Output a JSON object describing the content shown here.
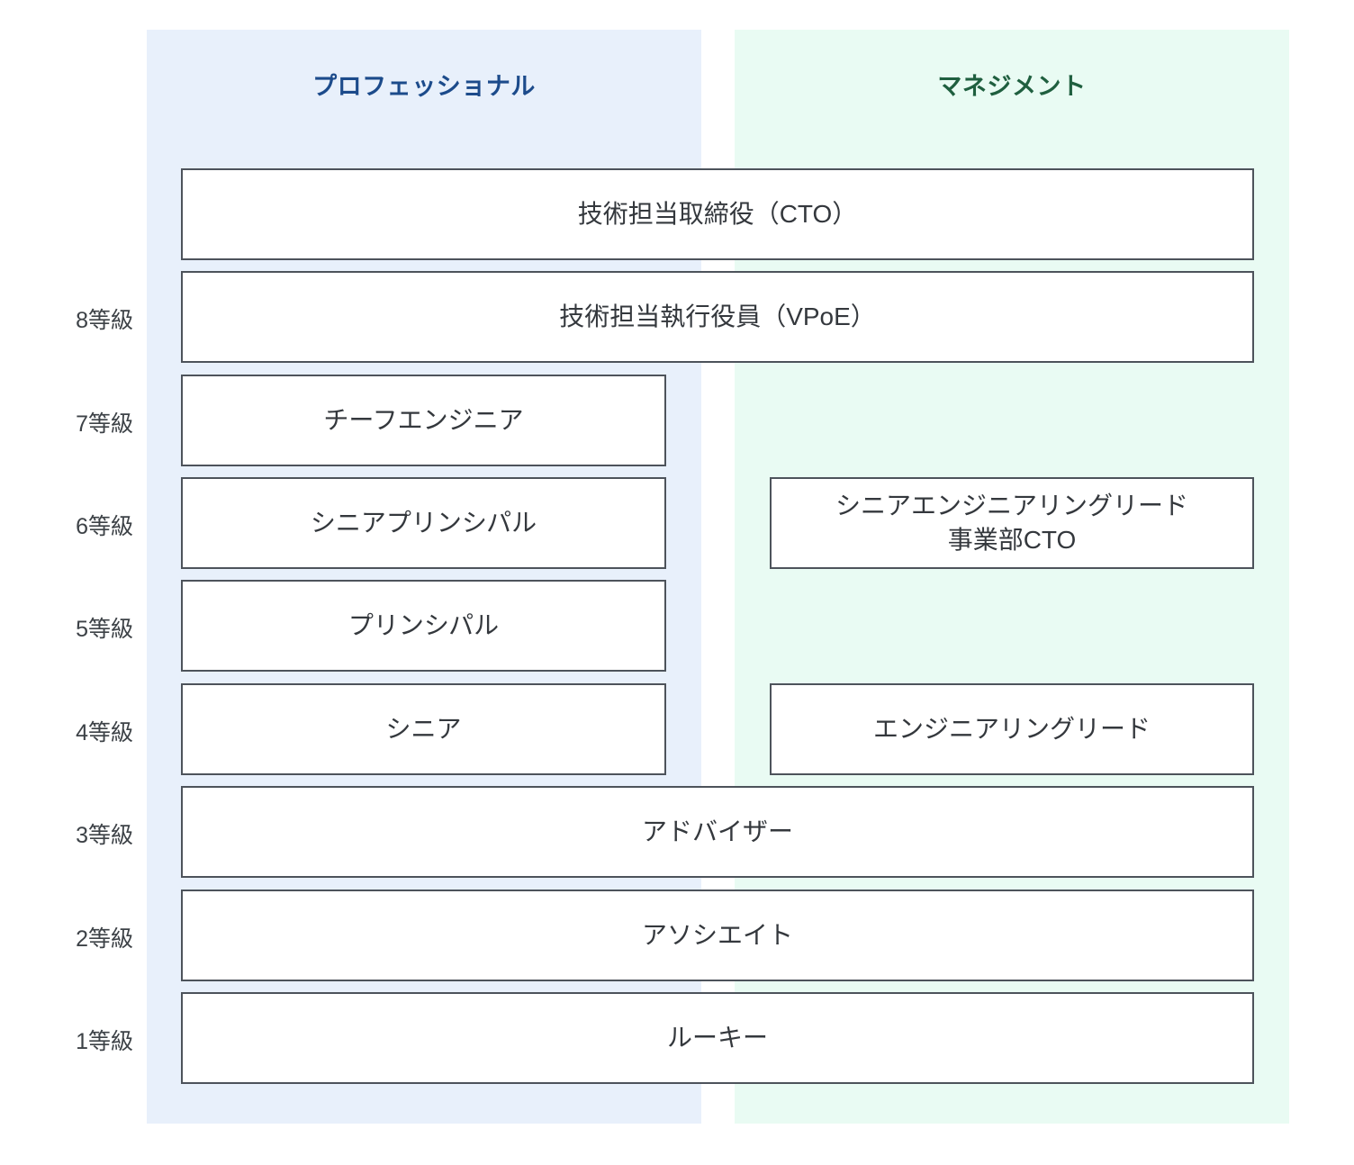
{
  "diagram": {
    "title_colors": {
      "professional_accent": "#1c4b8b",
      "management_accent": "#1f5f3f",
      "professional_band": "#e8f0fb",
      "management_band": "#e9fbf3",
      "box_border": "#4d535b"
    },
    "columns": [
      {
        "id": "professional",
        "label": "プロフェッショナル"
      },
      {
        "id": "management",
        "label": "マネジメント"
      }
    ],
    "grades": [
      {
        "label": "8等級"
      },
      {
        "label": "7等級"
      },
      {
        "label": "6等級"
      },
      {
        "label": "5等級"
      },
      {
        "label": "4等級"
      },
      {
        "label": "3等級"
      },
      {
        "label": "2等級"
      },
      {
        "label": "1等級"
      }
    ],
    "roles": [
      {
        "id": "cto",
        "label": "技術担当取締役（CTO）",
        "span": "full",
        "grade": ""
      },
      {
        "id": "vpoe",
        "label": "技術担当執行役員（VPoE）",
        "span": "full",
        "grade": "8等級"
      },
      {
        "id": "chief-engineer",
        "label": "チーフエンジニア",
        "span": "left",
        "grade": "7等級"
      },
      {
        "id": "senior-principal",
        "label": "シニアプリンシパル",
        "span": "left",
        "grade": "6等級"
      },
      {
        "id": "senior-eng-lead",
        "label": "シニアエンジニアリングリード\n事業部CTO",
        "span": "right",
        "grade": "6等級"
      },
      {
        "id": "principal",
        "label": "プリンシパル",
        "span": "left",
        "grade": "5等級"
      },
      {
        "id": "senior",
        "label": "シニア",
        "span": "left",
        "grade": "4等級"
      },
      {
        "id": "engineering-lead",
        "label": "エンジニアリングリード",
        "span": "right",
        "grade": "4等級"
      },
      {
        "id": "advisor",
        "label": "アドバイザー",
        "span": "full",
        "grade": "3等級"
      },
      {
        "id": "associate",
        "label": "アソシエイト",
        "span": "full",
        "grade": "2等級"
      },
      {
        "id": "rookie",
        "label": "ルーキー",
        "span": "full",
        "grade": "1等級"
      }
    ]
  }
}
